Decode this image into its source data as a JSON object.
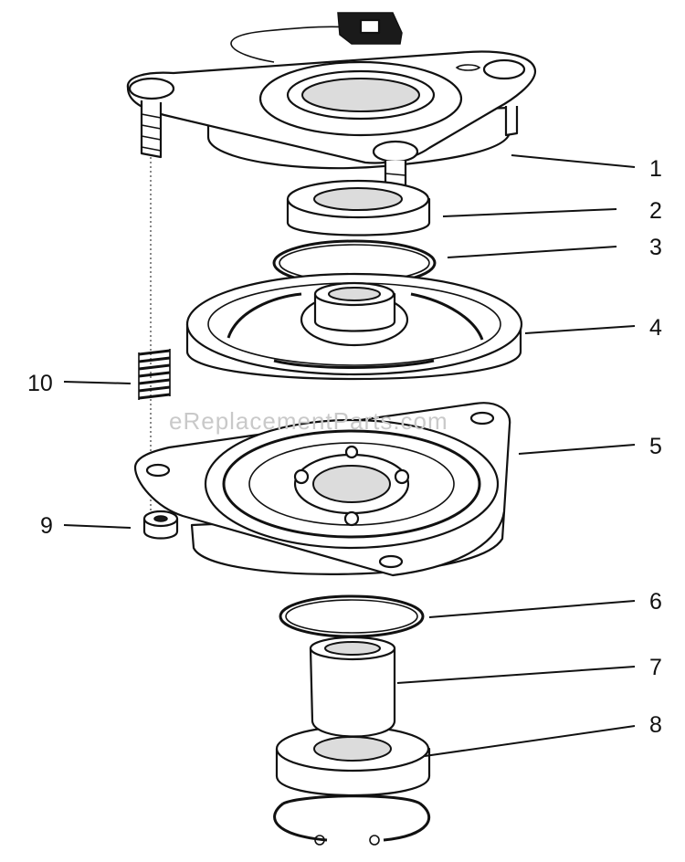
{
  "watermark": "eReplacementParts.com",
  "callouts": [
    {
      "id": "1",
      "label": "1"
    },
    {
      "id": "2",
      "label": "2"
    },
    {
      "id": "3",
      "label": "3"
    },
    {
      "id": "4",
      "label": "4"
    },
    {
      "id": "5",
      "label": "5"
    },
    {
      "id": "6",
      "label": "6"
    },
    {
      "id": "7",
      "label": "7"
    },
    {
      "id": "8",
      "label": "8"
    },
    {
      "id": "9",
      "label": "9"
    },
    {
      "id": "10",
      "label": "10"
    }
  ]
}
